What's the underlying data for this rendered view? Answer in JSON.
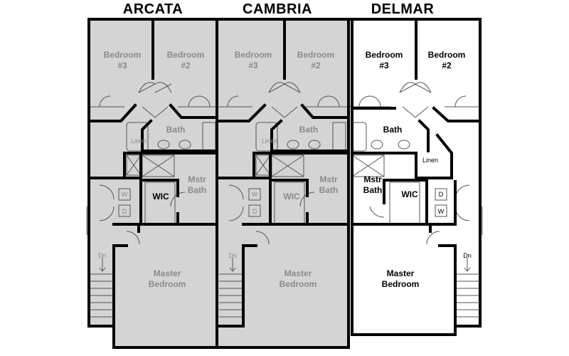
{
  "units": [
    {
      "name": "ARCATA",
      "shaded": true,
      "rooms": {
        "bedroom3": [
          "Bedroom",
          "#3"
        ],
        "bedroom2": [
          "Bedroom",
          "#2"
        ],
        "bath": "Bath",
        "linen": "Linen",
        "mstr_bath": [
          "Mstr",
          "Bath"
        ],
        "wic": "WIC",
        "washer": "W",
        "dryer": "D",
        "stairs": "Dn",
        "master": [
          "Master",
          "Bedroom"
        ]
      }
    },
    {
      "name": "CAMBRIA",
      "shaded": true,
      "rooms": {
        "bedroom3": [
          "Bedroom",
          "#3"
        ],
        "bedroom2": [
          "Bedroom",
          "#2"
        ],
        "bath": "Bath",
        "linen": "Linen",
        "mstr_bath": [
          "Mstr",
          "Bath"
        ],
        "wic": "WIC",
        "washer": "W",
        "dryer": "D",
        "stairs": "Dn",
        "master": [
          "Master",
          "Bedroom"
        ]
      }
    },
    {
      "name": "DELMAR",
      "shaded": false,
      "rooms": {
        "bedroom3": [
          "Bedroom",
          "#3"
        ],
        "bedroom2": [
          "Bedroom",
          "#2"
        ],
        "bath": "Bath",
        "linen": "Linen",
        "mstr_bath": [
          "Mstr",
          "Bath"
        ],
        "wic": "WIC",
        "washer": "W",
        "dryer": "D",
        "stairs": "Dn",
        "master": [
          "Master",
          "Bedroom"
        ]
      }
    }
  ],
  "colors": {
    "shade": "#d4d4d4",
    "wall": "#000000",
    "label_shaded": "#8a8a8a",
    "label_active": "#000000"
  }
}
